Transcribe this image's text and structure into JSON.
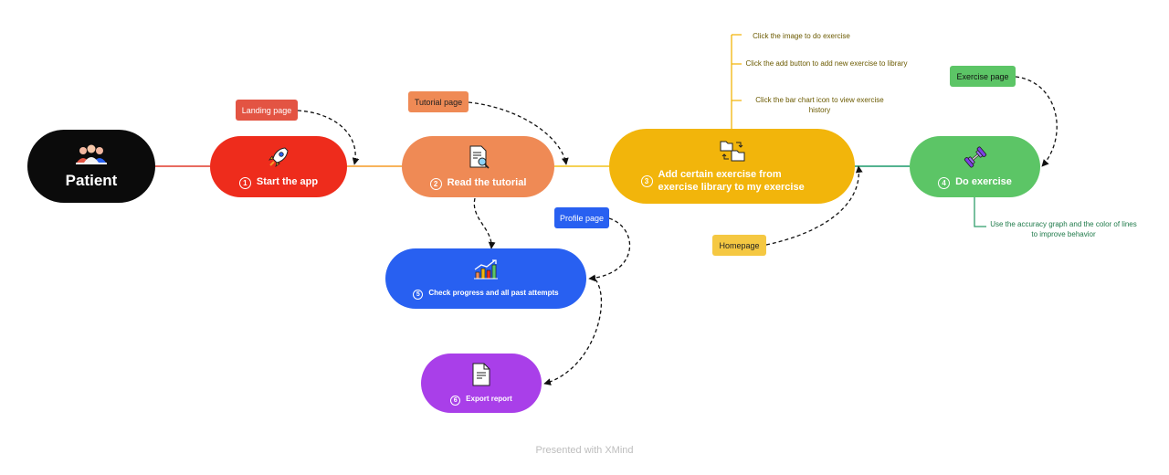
{
  "root": {
    "label": "Patient",
    "color": "#0b0b0b",
    "icon": "users-icon"
  },
  "steps": {
    "start": {
      "num": "1",
      "label": "Start the app",
      "color": "#ee2c1c",
      "icon": "rocket-icon"
    },
    "tutorial": {
      "num": "2",
      "label": "Read the tutorial",
      "color": "#ef8a55",
      "icon": "document-search-icon"
    },
    "add": {
      "num": "3",
      "label": "Add certain exercise from exercise library to my exercise",
      "color": "#f2b50b",
      "icon": "folders-swap-icon"
    },
    "do": {
      "num": "4",
      "label": "Do exercise",
      "color": "#5cc566",
      "icon": "dumbbell-icon"
    },
    "progress": {
      "num": "5",
      "label": "Check progress and all past attempts",
      "color": "#2860f1",
      "icon": "bar-chart-icon"
    },
    "export": {
      "num": "6",
      "label": "Export report",
      "color": "#a93fe9",
      "icon": "report-document-icon"
    }
  },
  "tags": {
    "landing": {
      "label": "Landing page",
      "color": "#e35443"
    },
    "tutorial": {
      "label": "Tutorial page",
      "color": "#ef8a55"
    },
    "home": {
      "label": "Homepage",
      "color": "#f5c842"
    },
    "exercise": {
      "label": "Exercise page",
      "color": "#5cc566"
    },
    "profile": {
      "label": "Profile page",
      "color": "#2860f1"
    }
  },
  "notes": {
    "click_image": "Click the image to do exercise",
    "click_add": "Click the add button to add new exercise to library",
    "click_chart": "Click the bar chart icon to view exercise history",
    "accuracy": "Use the accuracy graph and the color of lines to improve behavior"
  },
  "footer": "Presented with XMind"
}
